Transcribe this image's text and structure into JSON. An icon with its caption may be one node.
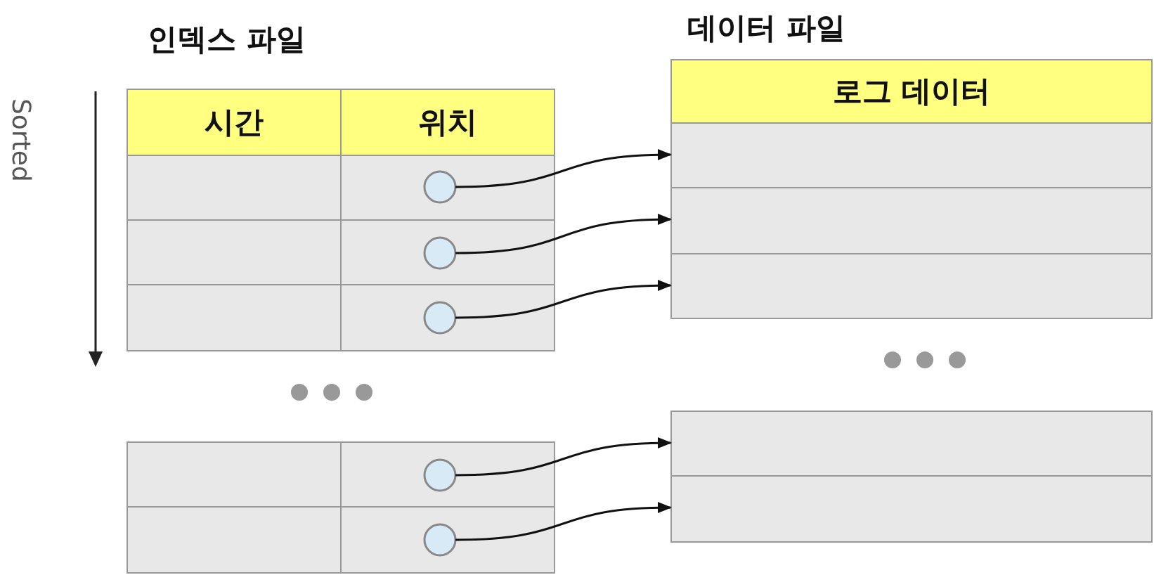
{
  "diagram": {
    "nodes": [
      {
        "text": [
          "시간"
        ]
      },
      {
        "text": [
          "위치"
        ]
      },
      {
        "text": [
          "로그 데이터"
        ]
      },
      {
        "text": [],
        "shape": "circle"
      },
      {
        "text": [],
        "shape": "circle"
      },
      {
        "text": [],
        "shape": "circle"
      },
      {
        "text": [],
        "shape": "circle"
      },
      {
        "text": [],
        "shape": "circle"
      },
      {
        "text": [],
        "shape": "box"
      },
      {
        "text": [],
        "shape": "box"
      },
      {
        "text": [],
        "shape": "box"
      },
      {
        "text": [],
        "shape": "box"
      },
      {
        "text": [],
        "shape": "box"
      }
    ],
    "edges": [
      {
        "from": 3,
        "to": 8,
        "arrow": "to"
      },
      {
        "from": 4,
        "to": 9,
        "arrow": "to"
      },
      {
        "from": 5,
        "to": 10,
        "arrow": "to"
      },
      {
        "from": 6,
        "to": 11,
        "arrow": "to"
      },
      {
        "from": 7,
        "to": 12,
        "arrow": "to"
      }
    ],
    "labels": [
      "인덱스 파일",
      "데이터 파일",
      "Sorted"
    ]
  }
}
